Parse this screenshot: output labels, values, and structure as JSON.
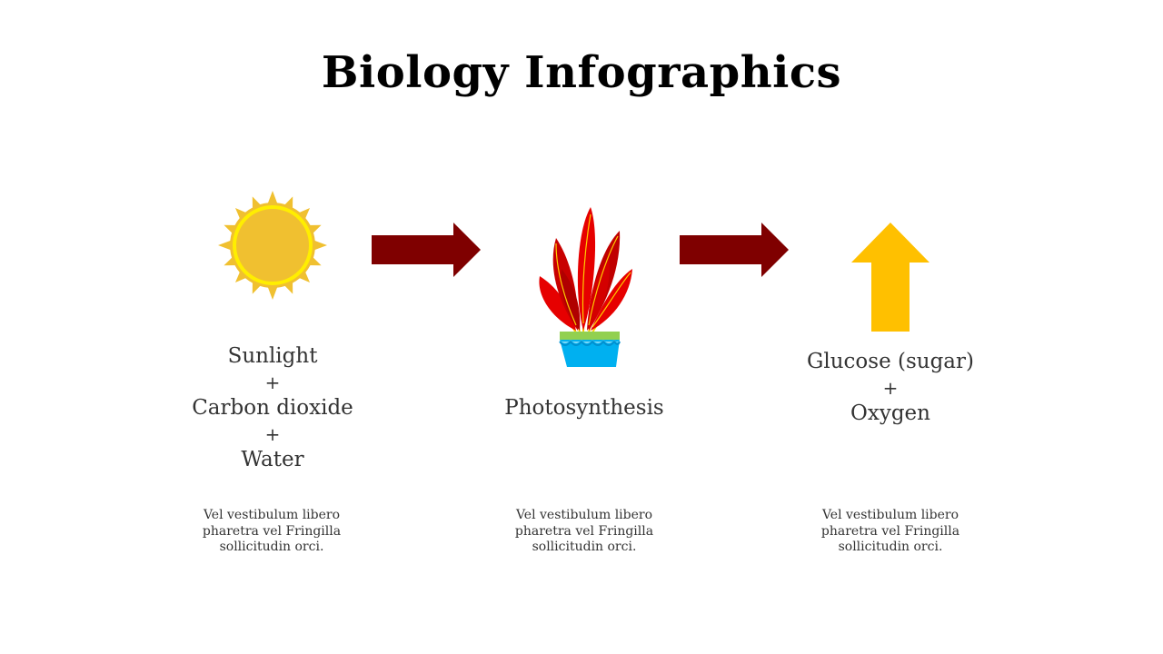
{
  "slide": {
    "title": "Biology Infographics"
  },
  "columns": [
    {
      "icon": "sun-icon",
      "lines": [
        "Sunlight",
        "+",
        "Carbon dioxide",
        "+",
        "Water"
      ],
      "description": [
        "Vel vestibulum libero",
        "pharetra vel Fringilla",
        "sollicitudin orci."
      ]
    },
    {
      "icon": "potted-plant-icon",
      "lines": [
        "Photosynthesis"
      ],
      "description": [
        "Vel vestibulum libero",
        "pharetra vel Fringilla",
        "sollicitudin orci."
      ]
    },
    {
      "icon": "up-arrow-icon",
      "lines": [
        "Glucose (sugar)",
        "+",
        "Oxygen"
      ],
      "description": [
        "Vel vestibulum libero",
        "pharetra vel Fringilla",
        "sollicitudin orci."
      ]
    }
  ],
  "colors": {
    "arrow_dark_red": "#7f0000",
    "sun_fill": "#f0c030",
    "sun_ring": "#ffee00",
    "plant_red": "#e60000",
    "pot_blue": "#00b0f0",
    "pot_rim_green": "#92d050",
    "up_arrow": "#ffc000"
  }
}
